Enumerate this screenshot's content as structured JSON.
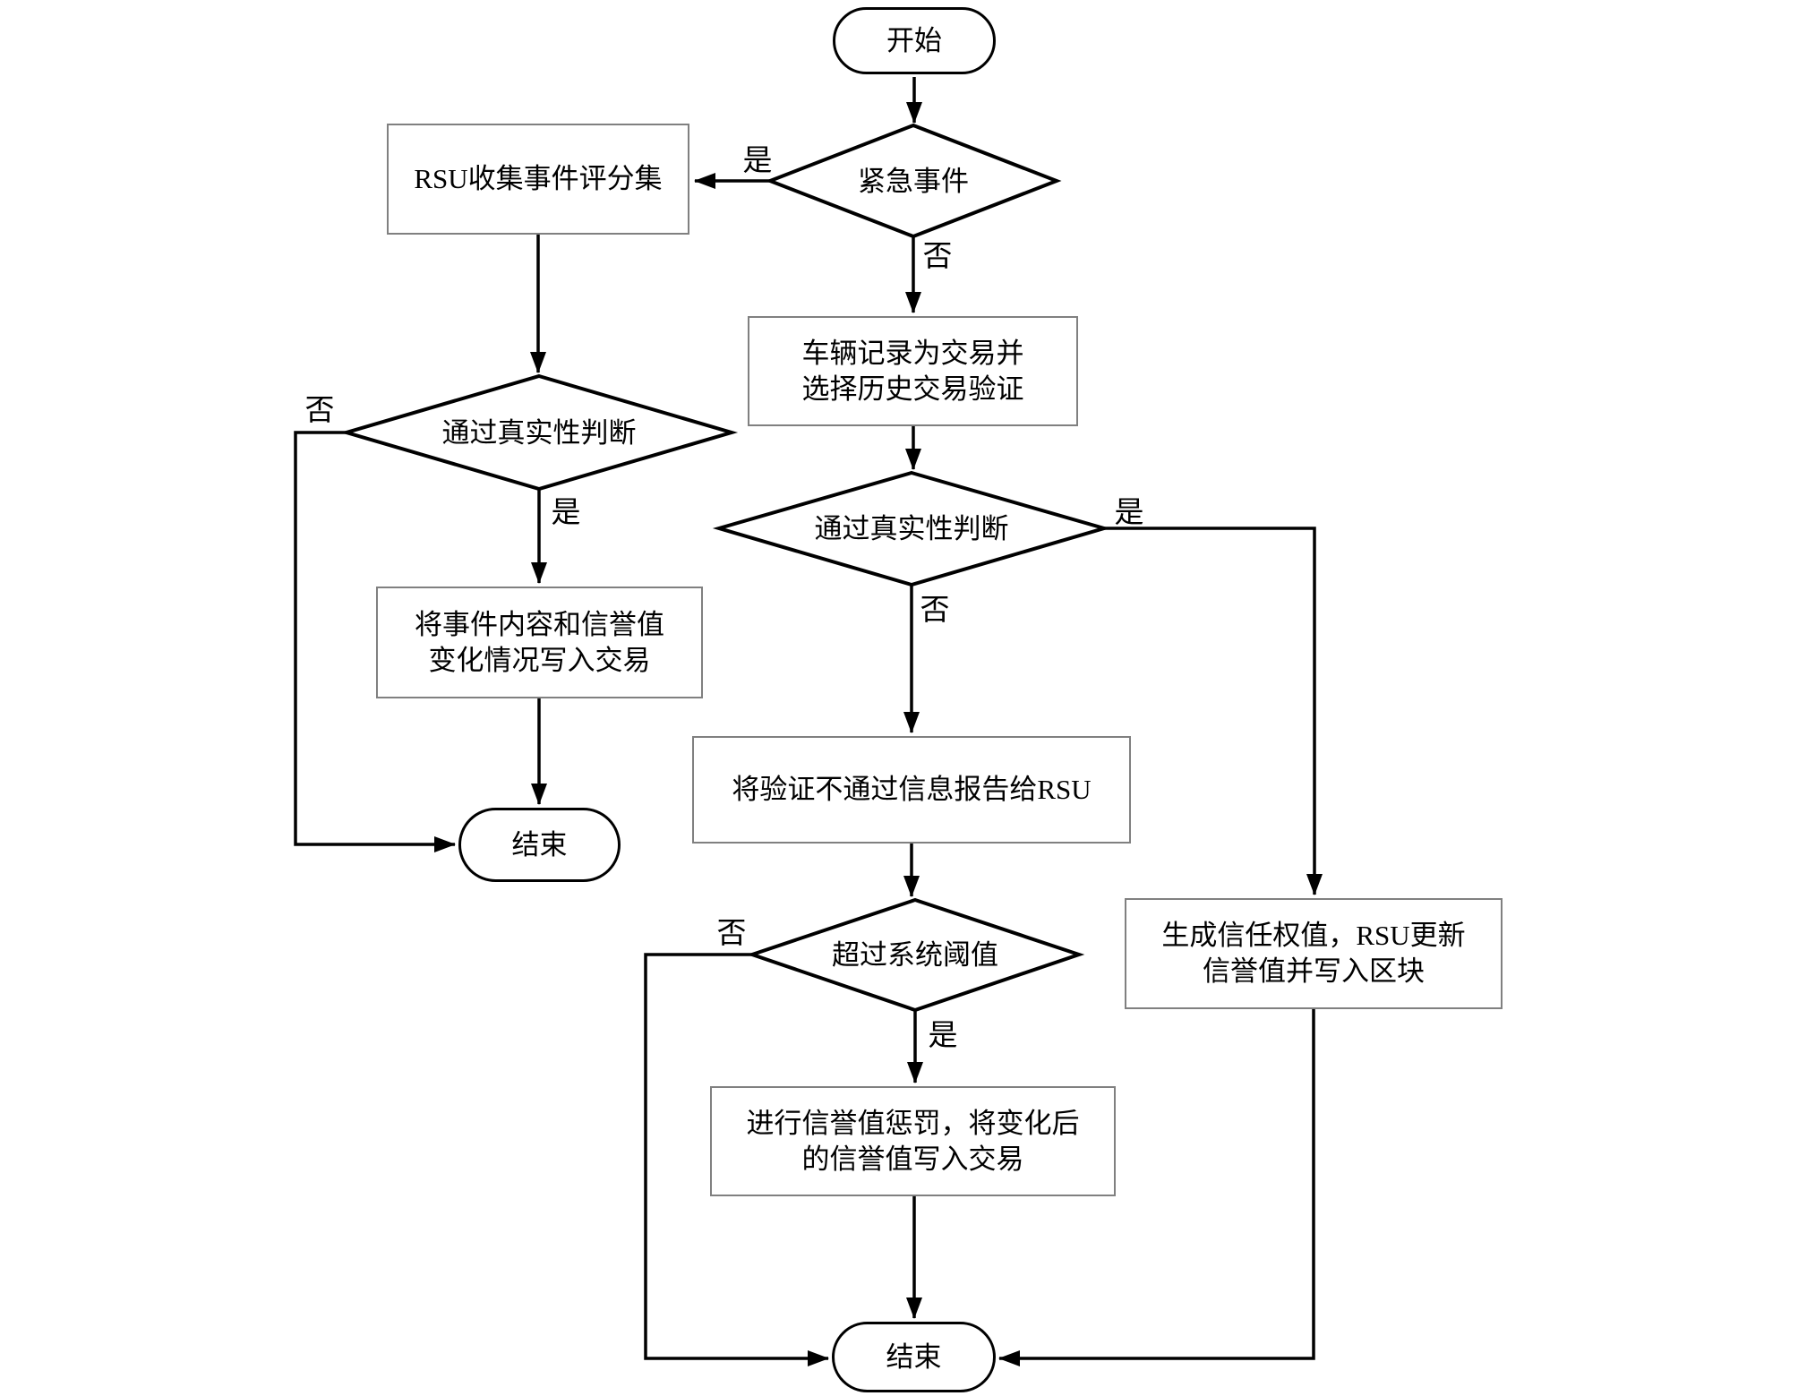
{
  "nodes": {
    "start": {
      "label": "开始"
    },
    "emergency_decision": {
      "label": "紧急事件"
    },
    "rsu_collect": {
      "label": "RSU收集事件评分集"
    },
    "authenticity_left": {
      "label": "通过真实性判断"
    },
    "write_event": {
      "label": "将事件内容和信誉值\n变化情况写入交易"
    },
    "end_left": {
      "label": "结束"
    },
    "vehicle_record": {
      "label": "车辆记录为交易并\n选择历史交易验证"
    },
    "authenticity_mid": {
      "label": "通过真实性判断"
    },
    "report_rsu": {
      "label": "将验证不通过信息报告给RSU"
    },
    "threshold_decision": {
      "label": "超过系统阈值"
    },
    "punish": {
      "label": "进行信誉值惩罚，将变化后\n的信誉值写入交易"
    },
    "trust_update": {
      "label": "生成信任权值，RSU更新\n信誉值并写入区块"
    },
    "end_bottom": {
      "label": "结束"
    }
  },
  "edge_labels": {
    "yes": "是",
    "no": "否"
  },
  "colors": {
    "line": "#000000",
    "box_border": "#808080",
    "background": "#ffffff",
    "text": "#000000"
  }
}
